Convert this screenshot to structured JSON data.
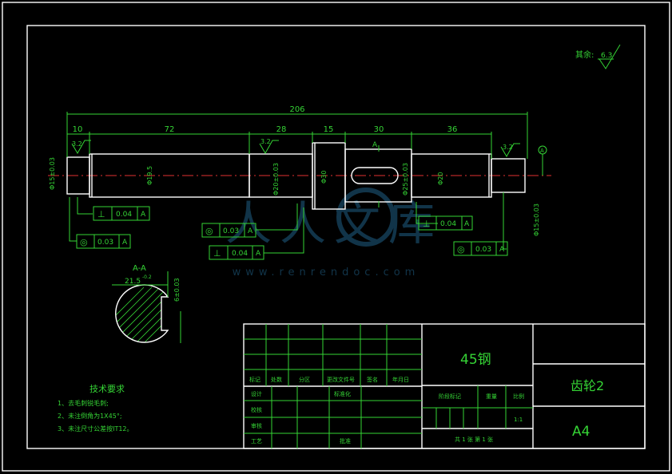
{
  "drawing": {
    "roughness_note_label": "其余:",
    "roughness_value": "6.3",
    "roughness_local": "3.2",
    "dimensions": {
      "overall_length": "206",
      "seg_1": "10",
      "seg_2": "72",
      "seg_3": "28",
      "seg_4": "15",
      "seg_5": "30",
      "seg_6": "36",
      "dia_left_end": "Φ15±0.03",
      "dia_1": "Φ19.5",
      "dia_2": "Φ20±0.03",
      "dia_collar": "Φ30",
      "dia_keyseat": "Φ25±0.03",
      "dia_3": "Φ20",
      "dia_right_end": "Φ15±0.03"
    },
    "tolerance_frames": [
      {
        "symbol": "⊥",
        "value": "0.04",
        "datum": "A"
      },
      {
        "symbol": "◎",
        "value": "0.03",
        "datum": "A"
      },
      {
        "symbol": "◎",
        "value": "0.03",
        "datum": "A"
      },
      {
        "symbol": "⊥",
        "value": "0.04",
        "datum": "A"
      },
      {
        "symbol": "⊥",
        "value": "0.04",
        "datum": "A"
      },
      {
        "symbol": "◎",
        "value": "0.03",
        "datum": "A"
      }
    ],
    "datum_label": "A",
    "section": {
      "label": "A-A",
      "width_dim": "21.5",
      "width_tol": "-0.2",
      "key_dim": "6±0.03"
    },
    "watermark": {
      "text": "人人文库",
      "url": "www.renrendoc.com"
    }
  },
  "tech_requirements": {
    "title": "技术要求",
    "items": [
      "1、去毛刺锐毛刺;",
      "2、未注倒角为1X45°;",
      "3、未注尺寸公差按IT12。"
    ]
  },
  "title_block": {
    "material": "45钢",
    "part_name": "齿轮2",
    "sheet_size": "A4",
    "header_row": [
      "标记",
      "处数",
      "分区",
      "更改文件号",
      "签名",
      "年月日"
    ],
    "roles": [
      "设计",
      "校核",
      "审核",
      "工艺"
    ],
    "standardization": "标准化",
    "approve": "批准",
    "stage_mark": "阶段标记",
    "weight": "重量",
    "scale_label": "比例",
    "scale_value": "1:1",
    "sheets": "共 1 张  第 1 张"
  }
}
